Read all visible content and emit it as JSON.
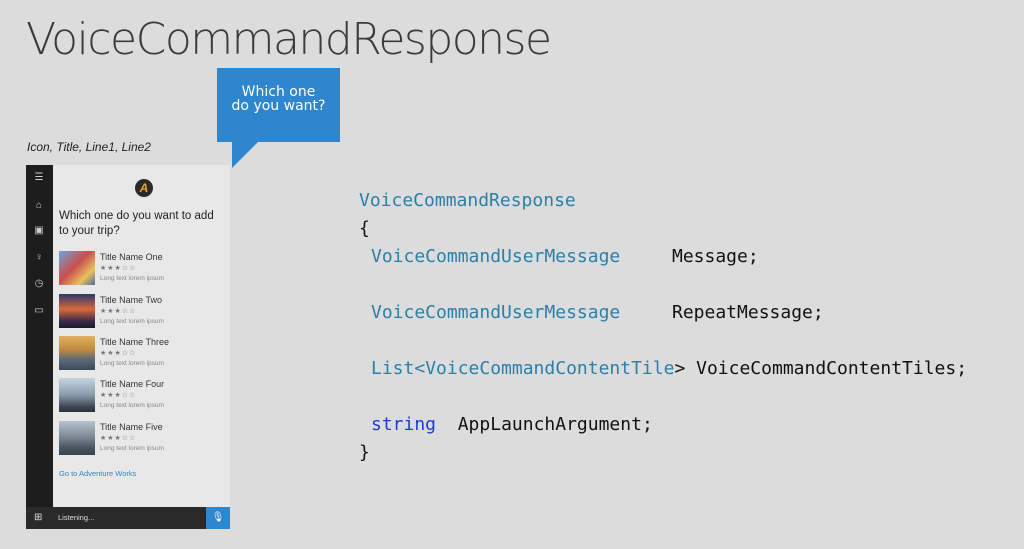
{
  "slide": {
    "title": "VoiceCommandResponse"
  },
  "bubble": {
    "line1": "Which one",
    "line2": "do you want?"
  },
  "caption": "Icon, Title, Line1, Line2",
  "phone": {
    "avatar_letter": "A",
    "question": "Which one do you want to add to your trip?",
    "tiles": [
      {
        "title": "Title Name One",
        "stars": "★★★☆☆",
        "line2": "Long text lorem ipsum"
      },
      {
        "title": "Title Name Two",
        "stars": "★★★☆☆",
        "line2": "Long text lorem ipsum"
      },
      {
        "title": "Title Name Three",
        "stars": "★★★☆☆",
        "line2": "Long text lorem ipsum"
      },
      {
        "title": "Title Name Four",
        "stars": "★★★☆☆",
        "line2": "Long text lorem ipsum"
      },
      {
        "title": "Title Name Five",
        "stars": "★★★☆☆",
        "line2": "Long text lorem ipsum"
      }
    ],
    "go_link": "Go to Adventure Works",
    "listening": "Listening...",
    "rail_icons": [
      "hamburger-icon",
      "home-icon",
      "notebook-icon",
      "bulb-icon",
      "history-icon",
      "feedback-icon"
    ]
  },
  "code": {
    "class_name": "VoiceCommandResponse",
    "open_brace": "{",
    "close_brace": "}",
    "fields": [
      {
        "type": "VoiceCommandUserMessage",
        "name": "Message;"
      },
      {
        "type": "VoiceCommandUserMessage",
        "name": "RepeatMessage;"
      },
      {
        "type_prefix": "List<",
        "type": "VoiceCommandContentTile",
        "type_suffix": ">",
        "name": "VoiceCommandContentTiles;"
      },
      {
        "type": "string",
        "name": "AppLaunchArgument;"
      }
    ]
  },
  "colors": {
    "accent": "#2e86cf",
    "code_type": "#2b7fa8",
    "code_keyword": "#1f3bd6"
  }
}
